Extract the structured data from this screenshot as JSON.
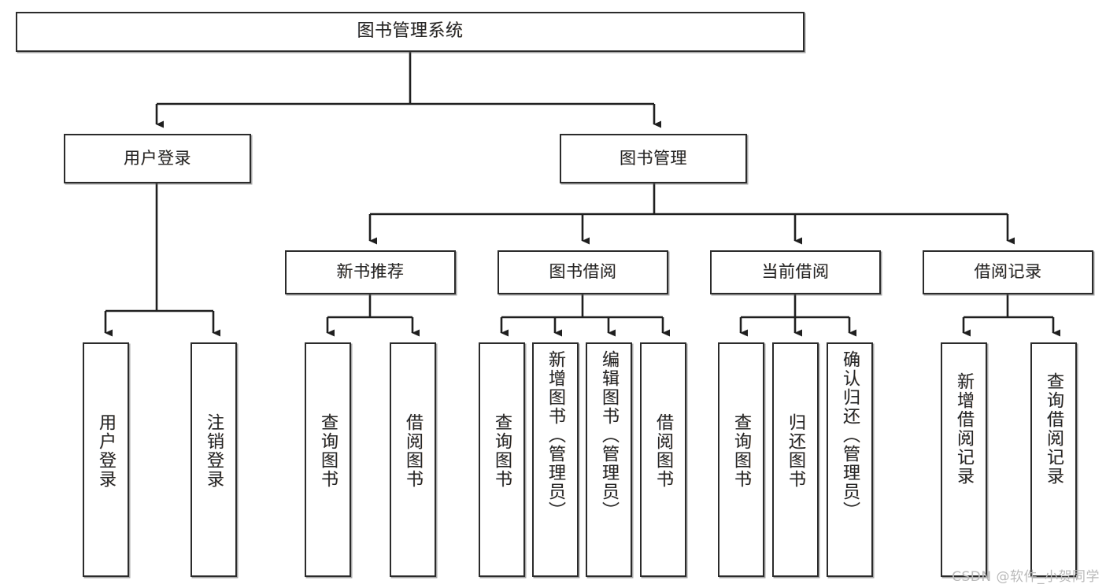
{
  "diagram": {
    "title": "图书管理系统",
    "type": "hierarchy-tree",
    "watermark": "CSDN @软件_小贺同学",
    "colors": {
      "box_border": "#2b2b2b",
      "box_fill": "#ffffff",
      "edge": "#1f1f1f",
      "text": "#262626",
      "watermark": "#b9b9b9"
    },
    "root": {
      "id": "root",
      "label": "图书管理系统"
    },
    "level2": [
      {
        "id": "user-login",
        "label": "用户登录"
      },
      {
        "id": "book-manage",
        "label": "图书管理"
      }
    ],
    "level3": [
      {
        "id": "new-book",
        "label": "新书推荐"
      },
      {
        "id": "borrow",
        "label": "图书借阅"
      },
      {
        "id": "current",
        "label": "当前借阅"
      },
      {
        "id": "record",
        "label": "借阅记录"
      }
    ],
    "leaves": [
      {
        "id": "leaf-user-login",
        "parent": "user-login",
        "label": "用户登录"
      },
      {
        "id": "leaf-user-logout",
        "parent": "user-login",
        "label": "注销登录"
      },
      {
        "id": "leaf-newbook-query",
        "parent": "new-book",
        "label": "查询图书"
      },
      {
        "id": "leaf-newbook-borrow",
        "parent": "new-book",
        "label": "借阅图书"
      },
      {
        "id": "leaf-borrow-query",
        "parent": "borrow",
        "label": "查询图书"
      },
      {
        "id": "leaf-borrow-add",
        "parent": "borrow",
        "label": "新增图书（管理员）"
      },
      {
        "id": "leaf-borrow-edit",
        "parent": "borrow",
        "label": "编辑图书（管理员）"
      },
      {
        "id": "leaf-borrow-lend",
        "parent": "borrow",
        "label": "借阅图书"
      },
      {
        "id": "leaf-current-query",
        "parent": "current",
        "label": "查询图书"
      },
      {
        "id": "leaf-current-return",
        "parent": "current",
        "label": "归还图书"
      },
      {
        "id": "leaf-current-confirm",
        "parent": "current",
        "label": "确认归还（管理员）"
      },
      {
        "id": "leaf-record-add",
        "parent": "record",
        "label": "新增借阅记录"
      },
      {
        "id": "leaf-record-query",
        "parent": "record",
        "label": "查询借阅记录"
      }
    ]
  }
}
